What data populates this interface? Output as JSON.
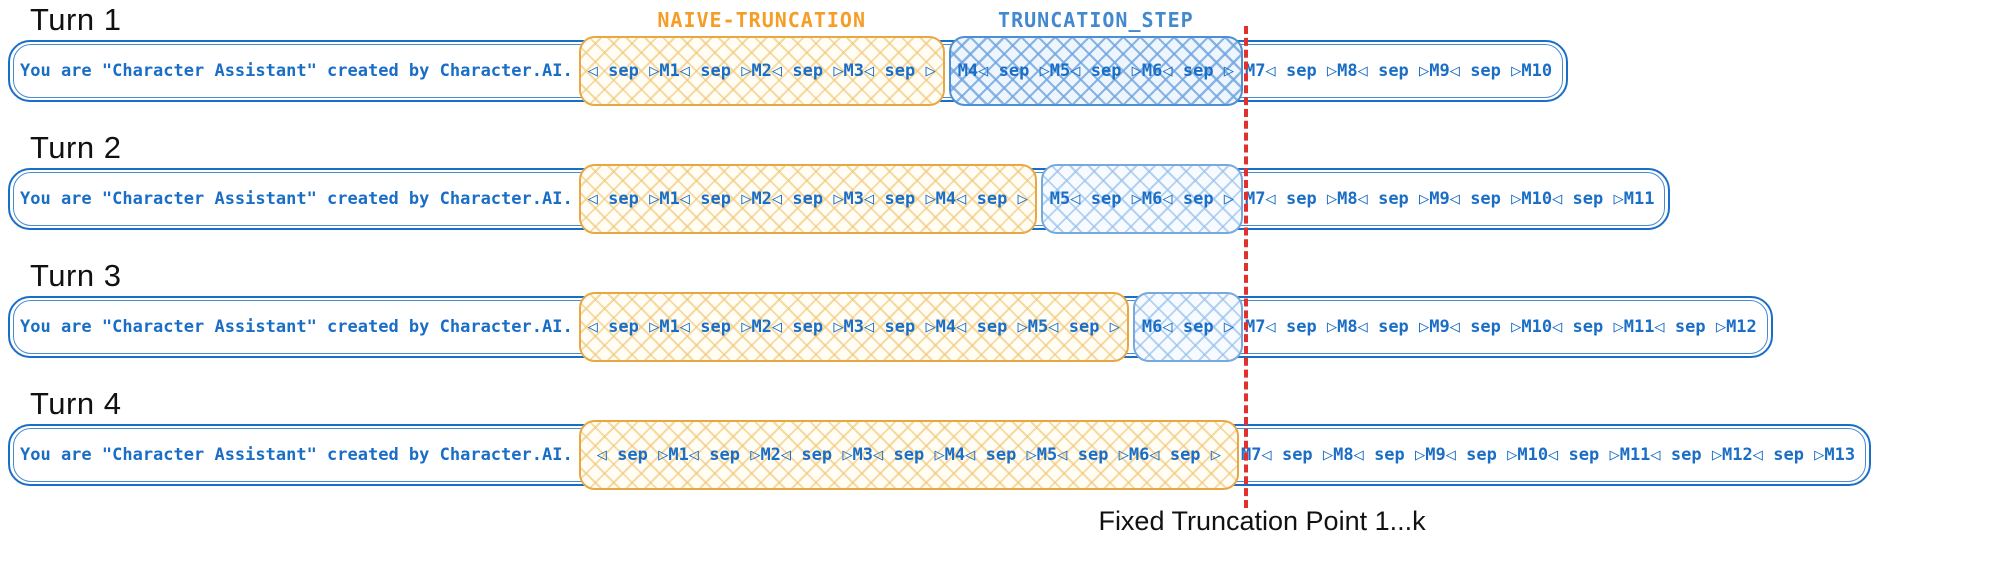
{
  "labels": {
    "naive_truncation": "NAIVE-TRUNCATION",
    "truncation_step": "TRUNCATION_STEP",
    "fixed_point": "Fixed Truncation Point 1...k"
  },
  "colors": {
    "box_blue": "#1a6ec6",
    "text_blue": "#1a6ec6",
    "naive_orange": "#e9a743",
    "naive_label_orange": "#f59d27",
    "step_blue": "#4d8fd2",
    "step_label_blue": "#4389cf",
    "truncation_line_red": "#e0312f",
    "heading_black": "#111111"
  },
  "turns": [
    {
      "title": "Turn 1",
      "prefix": "You are \"Character Assistant\" created by Character.AI.",
      "naive": "◁ sep ▷M1◁ sep ▷M2◁ sep ▷M3◁ sep ▷",
      "step": "M4◁ sep ▷M5◁ sep ▷M6◁ sep ▷",
      "rest": "M7◁ sep ▷M8◁ sep ▷M9◁ sep ▷M10"
    },
    {
      "title": "Turn 2",
      "prefix": "You are \"Character Assistant\" created by Character.AI.",
      "naive": "◁ sep ▷M1◁ sep ▷M2◁ sep ▷M3◁ sep ▷M4◁ sep ▷",
      "step": "M5◁ sep ▷M6◁ sep ▷",
      "rest": "M7◁ sep ▷M8◁ sep ▷M9◁ sep ▷M10◁ sep ▷M11"
    },
    {
      "title": "Turn 3",
      "prefix": "You are \"Character Assistant\" created by Character.AI.",
      "naive": "◁ sep ▷M1◁ sep ▷M2◁ sep ▷M3◁ sep ▷M4◁ sep ▷M5◁ sep ▷",
      "step": "M6◁ sep ▷",
      "rest": "M7◁ sep ▷M8◁ sep ▷M9◁ sep ▷M10◁ sep ▷M11◁ sep ▷M12"
    },
    {
      "title": "Turn 4",
      "prefix": "You are \"Character Assistant\" created by Character.AI.",
      "naive": "◁ sep ▷M1◁ sep ▷M2◁ sep ▷M3◁ sep ▷M4◁ sep ▷M5◁ sep ▷M6◁ sep ▷",
      "step": "",
      "rest": "M7◁ sep ▷M8◁ sep ▷M9◁ sep ▷M10◁ sep ▷M11◁ sep ▷M12◁ sep ▷M13"
    }
  ]
}
